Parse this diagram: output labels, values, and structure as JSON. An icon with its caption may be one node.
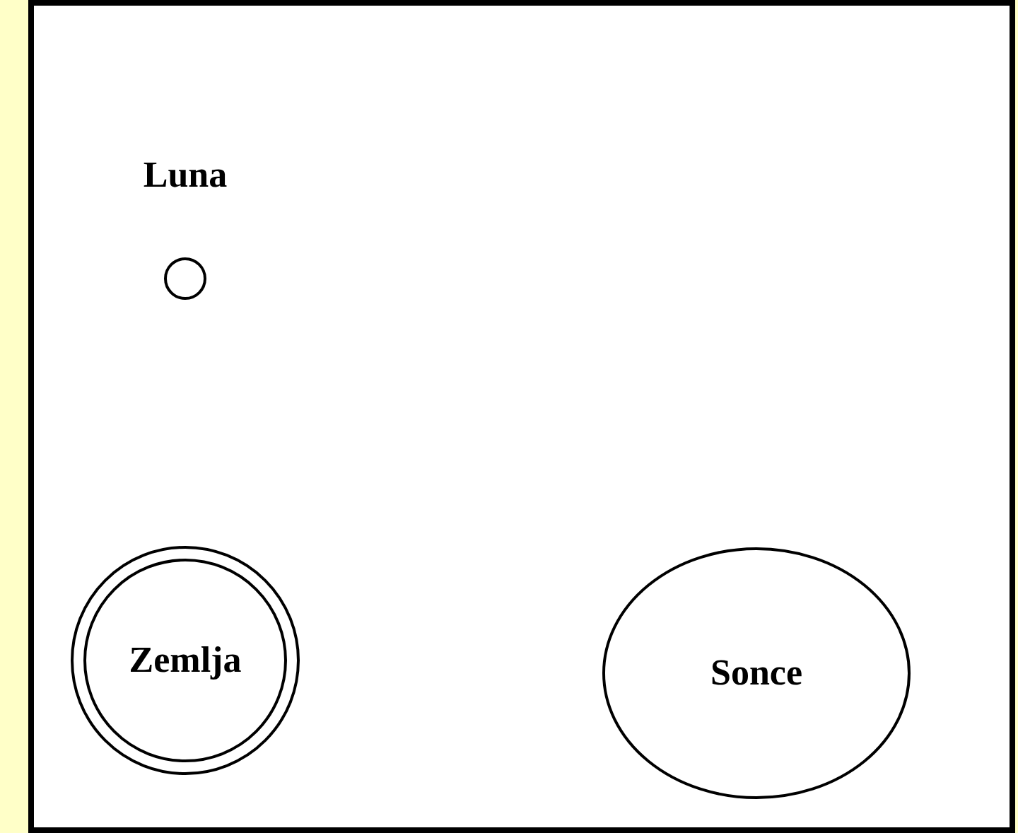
{
  "diagram": {
    "nodes": [
      {
        "text": [
          "Luna"
        ]
      },
      {
        "text": [
          "Zemlja"
        ]
      },
      {
        "text": [
          "Sonce"
        ]
      }
    ]
  }
}
